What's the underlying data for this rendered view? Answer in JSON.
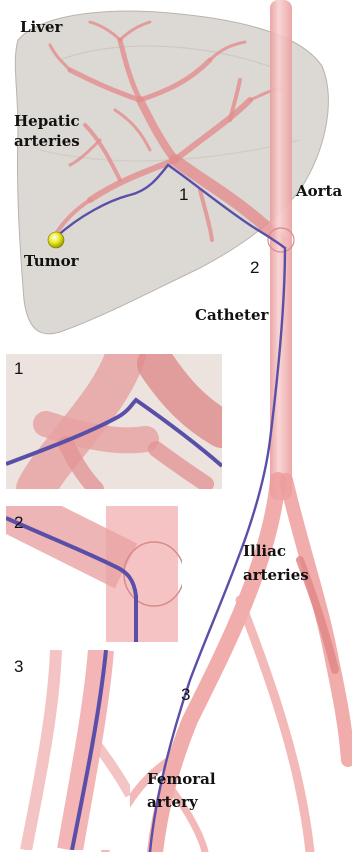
{
  "labels": {
    "liver": "Liver",
    "hepatic_line1": "Hepatic",
    "hepatic_line2": "arteries",
    "tumor": "Tumor",
    "aorta": "Aorta",
    "catheter": "Catheter",
    "iliac_line1": "Illiac",
    "iliac_line2": "arteries",
    "femoral_line1": "Femoral",
    "femoral_line2": "artery"
  },
  "markers": {
    "m1": "1",
    "m2": "2",
    "m3": "3"
  },
  "insets": {
    "i1": "1",
    "i2": "2",
    "i3": "3"
  },
  "colors": {
    "liver": "#d6d1cb",
    "vessel": "#f3b9b9",
    "vessel_dark": "#e79c9c",
    "catheter": "#5a4fa8",
    "tumor": "#e8e81a",
    "inset_bg": "#ece3de"
  }
}
